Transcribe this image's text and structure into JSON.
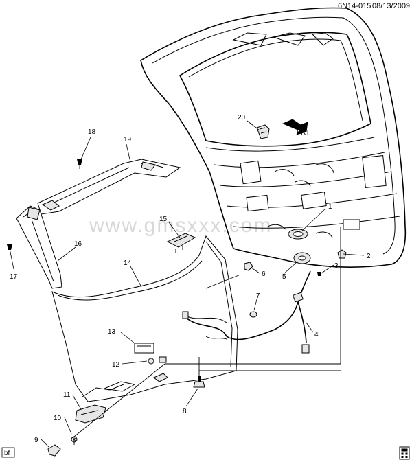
{
  "header": {
    "code": "6N14-015",
    "date": "08/13/2009"
  },
  "watermark": "www.gmsxxx.com",
  "badge": "bf",
  "front_arrow_label": "FRT",
  "callouts": [
    "1",
    "2",
    "3",
    "4",
    "5",
    "6",
    "7",
    "8",
    "9",
    "10",
    "11",
    "12",
    "13",
    "14",
    "15",
    "16",
    "17",
    "18",
    "19",
    "20"
  ]
}
